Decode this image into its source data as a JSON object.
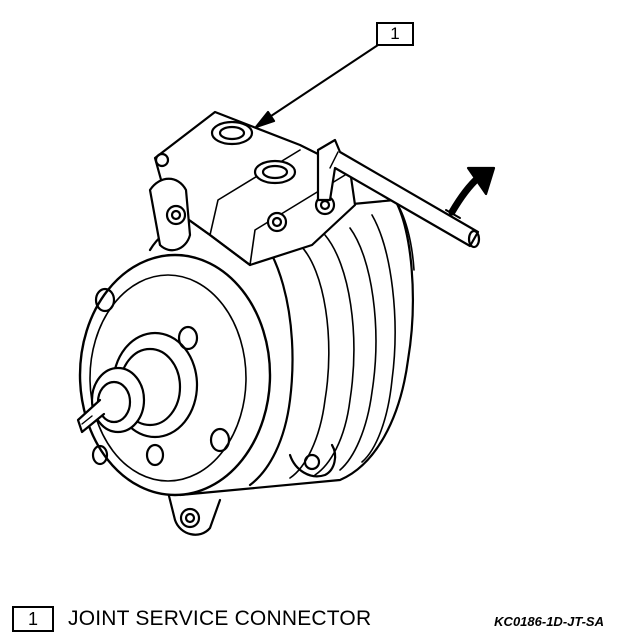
{
  "callout": {
    "number": "1"
  },
  "legend": {
    "number": "1",
    "label": "JOINT SERVICE CONNECTOR"
  },
  "figure_code": "KC0186-1D-JT-SA",
  "icons": [
    "compressor-illustration",
    "hex-key-icon",
    "rotation-arrow-icon",
    "leader-arrow-icon"
  ]
}
